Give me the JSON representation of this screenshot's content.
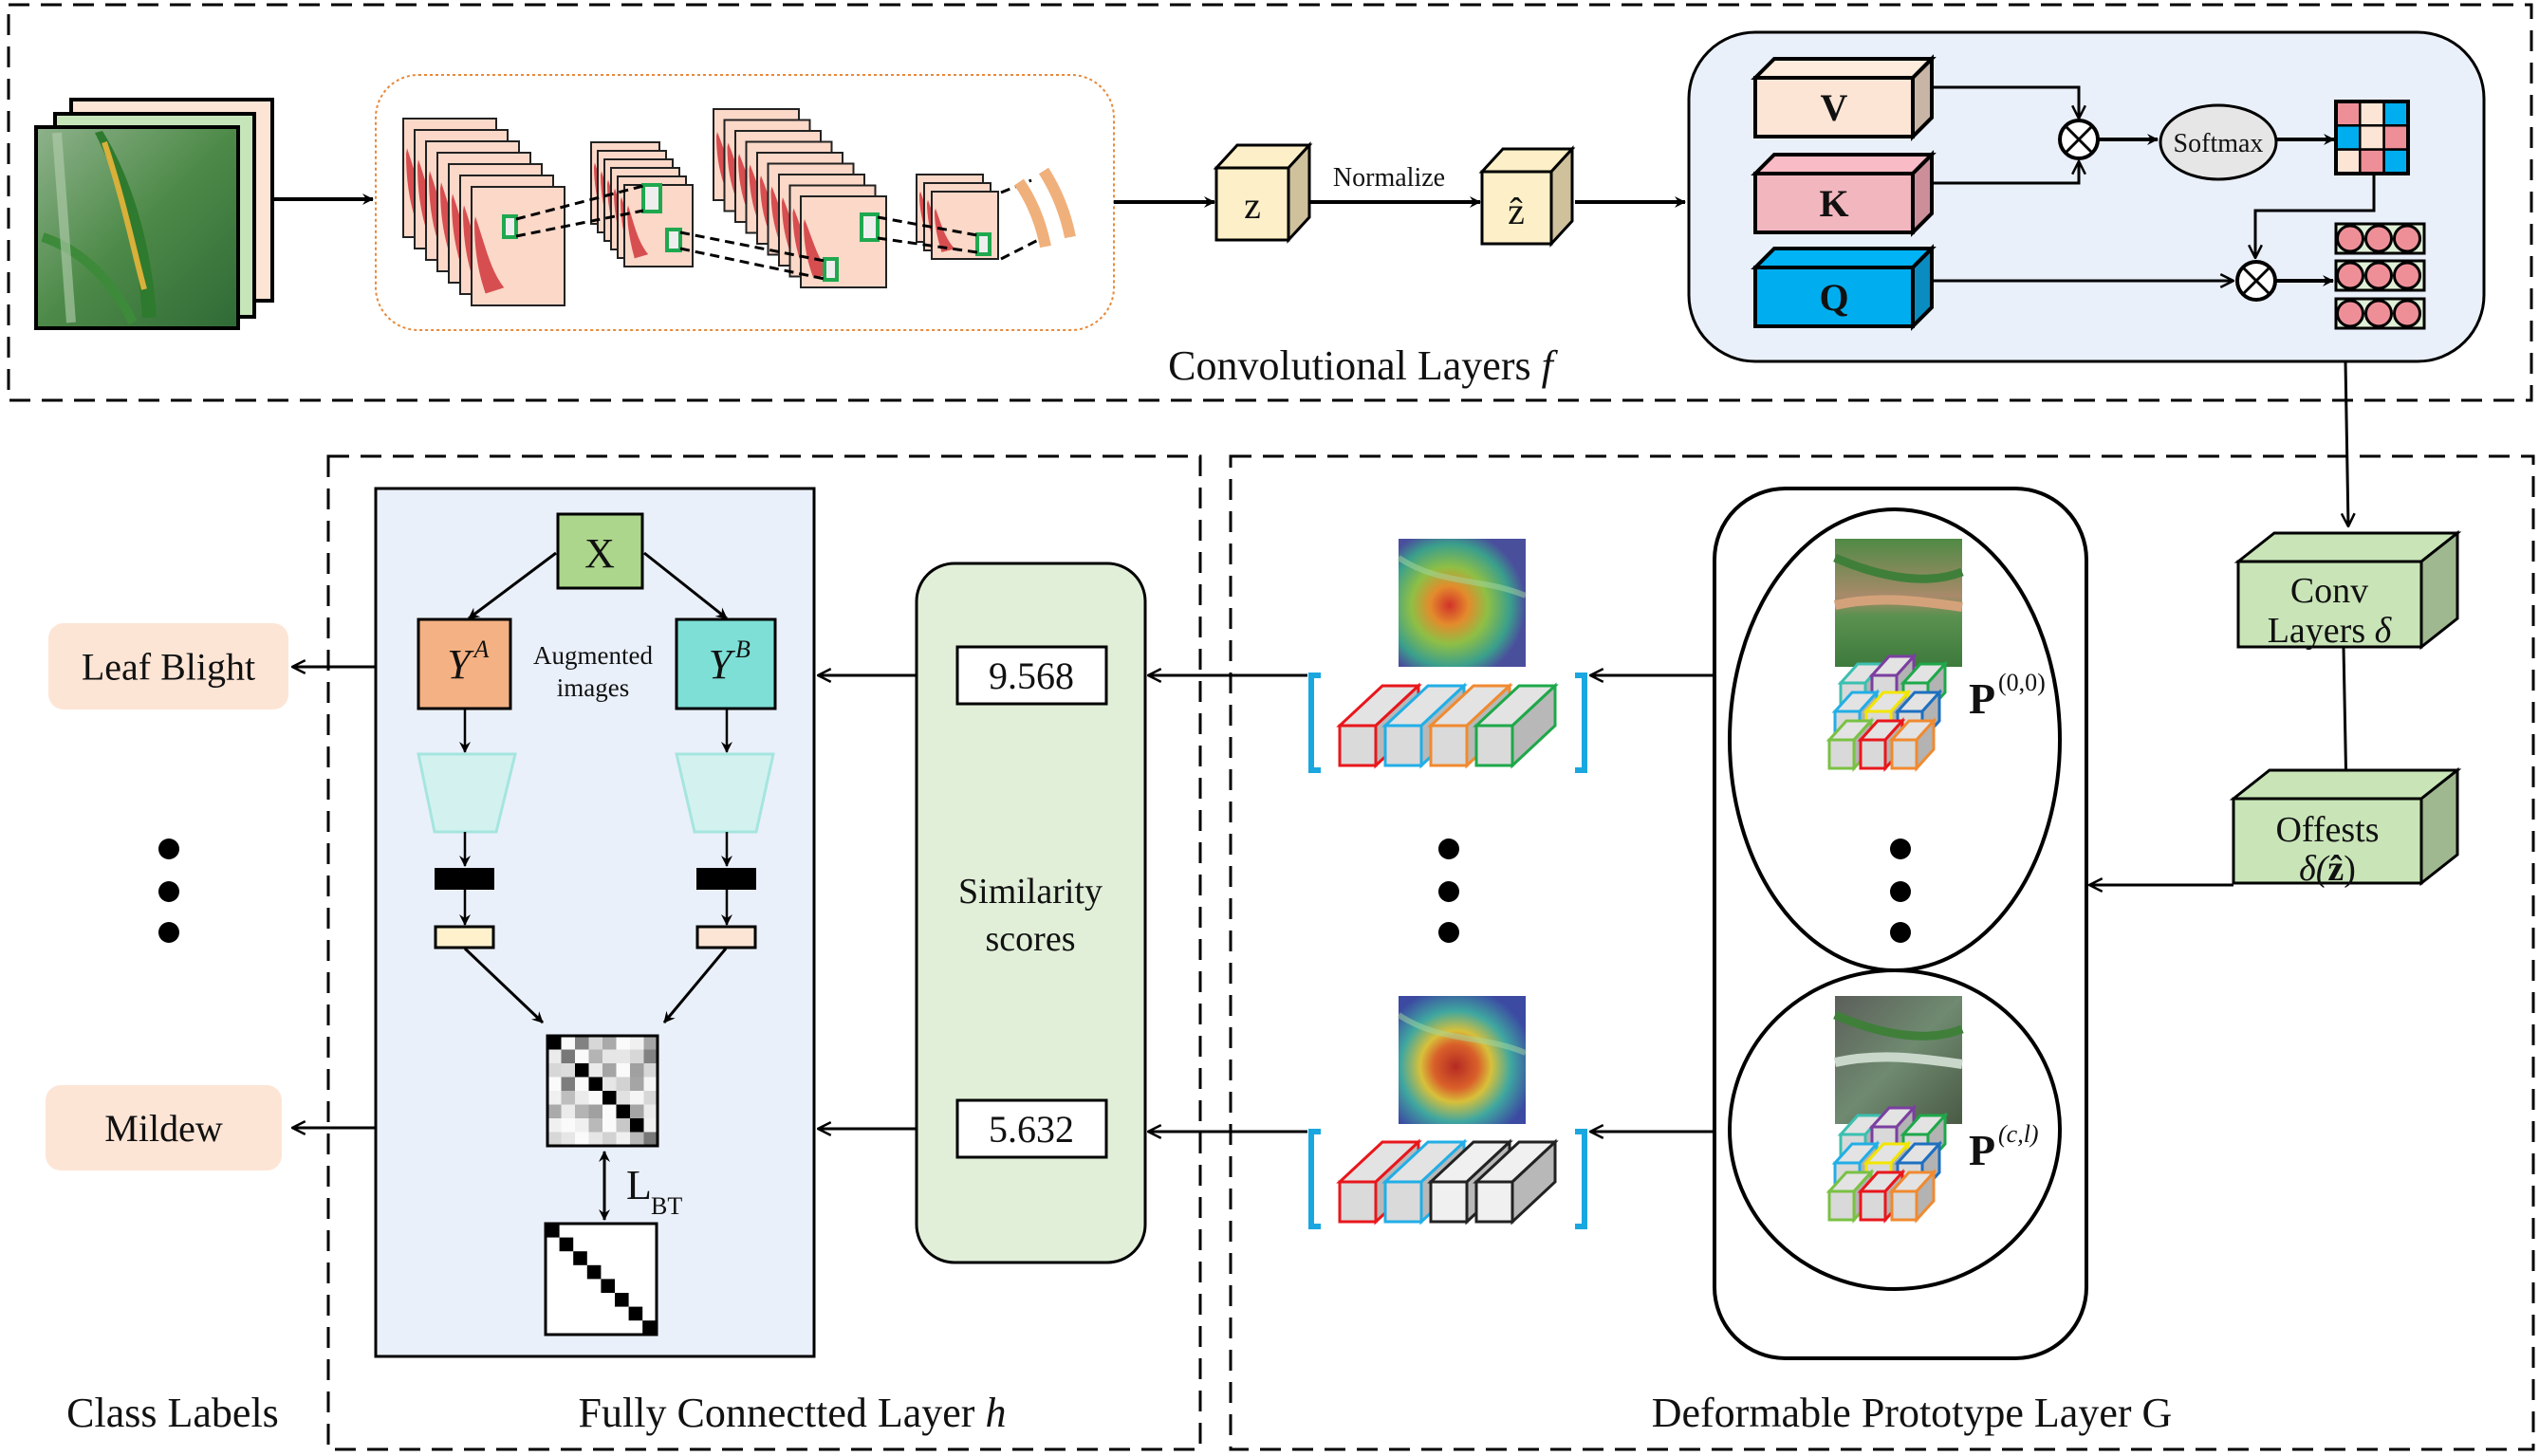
{
  "sections": {
    "conv": {
      "title": "Convolutional Layers ",
      "title_var": "f"
    },
    "fc": {
      "title": "Fully Connectted Layer ",
      "title_var": "h"
    },
    "proto": {
      "title": "Deformable Prototype Layer G"
    },
    "classes": {
      "title": "Class Labels"
    }
  },
  "input": {
    "layer_colors": [
      "#fde5d6",
      "#c6e5b8"
    ],
    "image_name": "wheat-leaf-photo"
  },
  "feature_maps": {
    "stacks": [
      {
        "sheets": 7
      },
      {
        "sheets": 6
      },
      {
        "sheets": 9
      },
      {
        "sheets": 3
      }
    ],
    "patch_color": "#1fa84f",
    "sheet_color": "#fbd8c8",
    "heat_color": "#c8141e",
    "band_color": "#f0b07c"
  },
  "features": {
    "z_label": "z",
    "zhat_label": "ẑ",
    "normalize_label": "Normalize",
    "cube_color": "#fdf0c8"
  },
  "attention": {
    "blocks": [
      {
        "label": "V",
        "color": "#fde5d6",
        "side": "#c9b5a6"
      },
      {
        "label": "K",
        "color": "#f2b6bf",
        "side": "#cc8f99"
      },
      {
        "label": "Q",
        "color": "#00aeef",
        "side": "#0a8cc0"
      }
    ],
    "softmax_label": "Softmax",
    "matrix": [
      [
        "#ee8f98",
        "#fde5d6",
        "#00aeef"
      ],
      [
        "#00aeef",
        "#fde5d6",
        "#ee8f98"
      ],
      [
        "#fde5d6",
        "#ee8f98",
        "#00aeef"
      ]
    ],
    "bead_rows": 3,
    "beads_per_row": 3,
    "bead_color": "#ee8f98",
    "panel_color": "#eaf0fa"
  },
  "deform": {
    "conv_label_1": "Conv",
    "conv_label_2": "Layers ",
    "conv_var": "δ",
    "offsets_label_1": "Offests",
    "offsets_label_2": "δ(",
    "offsets_var": "ẑ",
    "offsets_label_3": ")",
    "box_color": "#c9e5b8",
    "box_side": "#9fb890"
  },
  "prototypes": [
    {
      "symbol": "P",
      "superscript": "(0,0)",
      "heatmap_name": "leaf-blight-activation-heatmap",
      "image_name": "leaf-blight-prototype-photo",
      "vector_colors": [
        "#e8171c",
        "#22aee6",
        "#f08a30",
        "#1ea84a"
      ]
    },
    {
      "symbol": "P",
      "superscript": "(c,l)",
      "heatmap_name": "mildew-activation-heatmap",
      "image_name": "mildew-prototype-photo",
      "vector_colors": [
        "#e8171c",
        "#22aee6",
        "#222222",
        "#222222"
      ]
    }
  ],
  "prototype_cluster_colors": [
    "#3bbfb0",
    "#7b3fa0",
    "#1ea84a",
    "#22aee6",
    "#f2e600",
    "#1e6fc0",
    "#7ac143",
    "#e8171c",
    "#f08a30"
  ],
  "similarity": {
    "label_1": "Similarity",
    "label_2": "scores",
    "scores": [
      "9.568",
      "5.632"
    ],
    "panel_color": "#e1efd9"
  },
  "fc_layer": {
    "x_label": "X",
    "ya_label": "Y",
    "ya_sup": "A",
    "yb_label": "Y",
    "yb_sup": "B",
    "augmented_1": "Augmented",
    "augmented_2": "images",
    "loss_label": "L",
    "loss_sub": "BT",
    "x_color": "#acd68c",
    "ya_color": "#f4b183",
    "yb_color": "#7ddfd6",
    "encoder_color": "#d3f2ef",
    "encoder_stroke": "#a6e5df",
    "proj_a_color": "#fef1cc",
    "proj_b_color": "#fde5d6",
    "panel_color": "#eaf0fa",
    "corr_matrix": [
      [
        0,
        250,
        130,
        215,
        170,
        250,
        240,
        165
      ],
      [
        235,
        120,
        250,
        180,
        230,
        230,
        215,
        130
      ],
      [
        215,
        220,
        0,
        235,
        165,
        250,
        160,
        215
      ],
      [
        250,
        125,
        250,
        0,
        230,
        210,
        165,
        245
      ],
      [
        240,
        190,
        235,
        250,
        0,
        225,
        245,
        215
      ],
      [
        170,
        235,
        180,
        160,
        250,
        0,
        165,
        235
      ],
      [
        240,
        250,
        240,
        185,
        250,
        200,
        0,
        240
      ],
      [
        215,
        230,
        250,
        230,
        210,
        240,
        185,
        120
      ]
    ]
  },
  "class_labels": {
    "items": [
      "Leaf Blight",
      "Mildew"
    ],
    "color": "#fde5d6",
    "ellipsis": "⋮"
  }
}
